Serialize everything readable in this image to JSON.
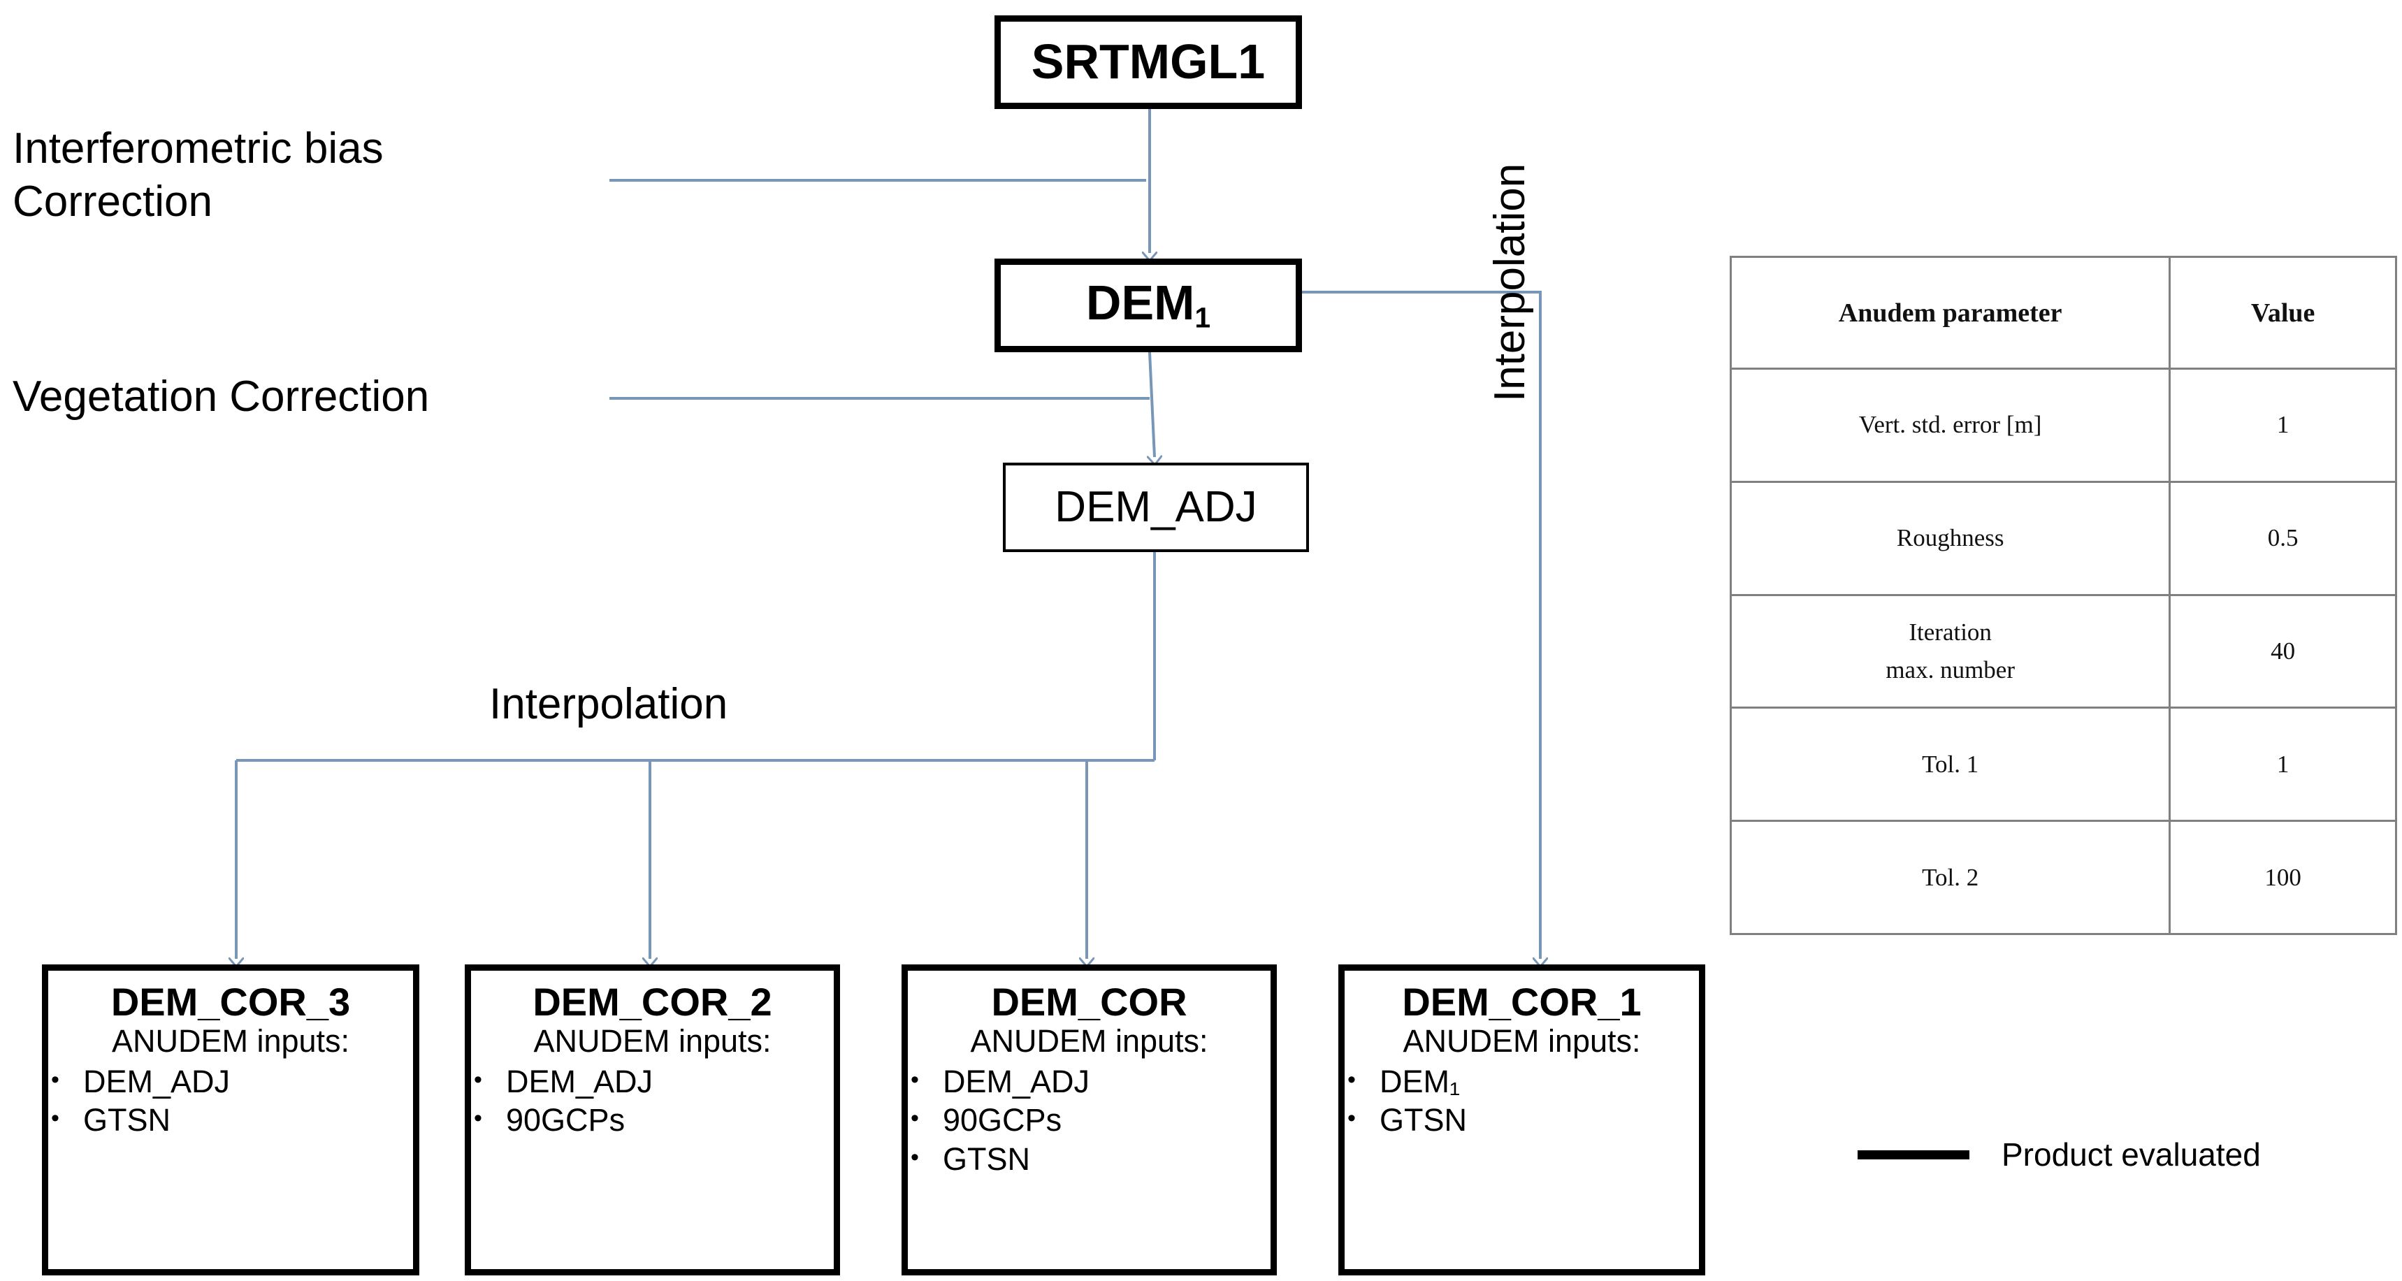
{
  "diagram": {
    "title": "SRTM DEM correction and interpolation workflow",
    "accent_line_color": "#7796b8",
    "box_border_color": "#000000",
    "table_border_color": "#808080"
  },
  "nodes": {
    "source": {
      "label": "SRTMGL1",
      "evaluated": true
    },
    "dem1": {
      "label_main": "DEM",
      "label_sub": "1",
      "evaluated": true
    },
    "dem_adj": {
      "label": "DEM_ADJ",
      "evaluated": false
    }
  },
  "process_labels": {
    "interferometric_bias": "Interferometric bias\nCorrection",
    "vegetation": "Vegetation Correction",
    "interpolation_horizontal": "Interpolation",
    "interpolation_vertical": "Interpolation"
  },
  "products": [
    {
      "name": "DEM_COR_3",
      "subtitle": "ANUDEM inputs:",
      "inputs": [
        "DEM_ADJ",
        "GTSN"
      ],
      "evaluated": true
    },
    {
      "name": "DEM_COR_2",
      "subtitle": "ANUDEM inputs:",
      "inputs": [
        "DEM_ADJ",
        "90GCPs"
      ],
      "evaluated": true
    },
    {
      "name": "DEM_COR",
      "subtitle": "ANUDEM inputs:",
      "inputs": [
        "DEM_ADJ",
        "90GCPs",
        "GTSN"
      ],
      "evaluated": true
    },
    {
      "name": "DEM_COR_1",
      "subtitle": "ANUDEM inputs:",
      "inputs": [
        "DEM₁",
        "GTSN"
      ],
      "evaluated": true
    }
  ],
  "parameter_table": {
    "headers": [
      "Anudem  parameter",
      "Value"
    ],
    "rows": [
      {
        "parameter": "Vert.  std.  error [m]",
        "value": "1"
      },
      {
        "parameter": "Roughness",
        "value": "0.5"
      },
      {
        "parameter": "Iteration\nmax.  number",
        "value": "40"
      },
      {
        "parameter": "Tol. 1",
        "value": "1"
      },
      {
        "parameter": "Tol. 2",
        "value": "100"
      }
    ]
  },
  "legend": {
    "label": "Product evaluated",
    "swatch_color": "#000000"
  }
}
